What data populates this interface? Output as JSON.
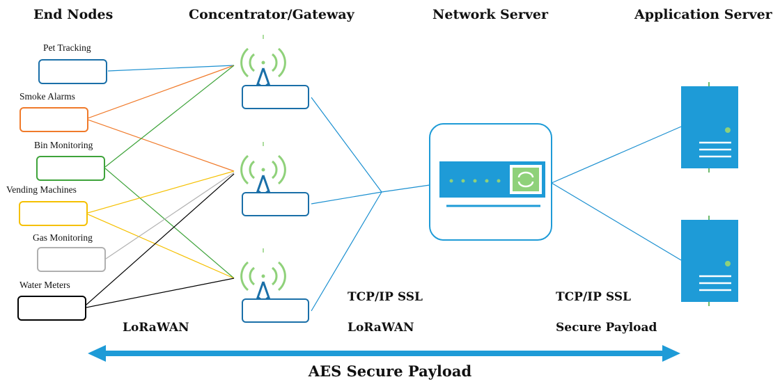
{
  "headers": {
    "end_nodes": "End Nodes",
    "gateway": "Concentrator/Gateway",
    "network_server": "Network Server",
    "application_server": "Application Server"
  },
  "end_nodes": [
    {
      "label": "Pet Tracking",
      "color": "#1a6fa8"
    },
    {
      "label": "Smoke Alarms",
      "color": "#f07a2a"
    },
    {
      "label": "Bin Monitoring",
      "color": "#3ea33a"
    },
    {
      "label": "Vending Machines",
      "color": "#f5c000"
    },
    {
      "label": "Gas Monitoring",
      "color": "#b0b0b0"
    },
    {
      "label": "Water Meters",
      "color": "#000000"
    }
  ],
  "protocols": {
    "lorawan_left": "LoRaWAN",
    "tcpip_mid": "TCP/IP SSL",
    "lorawan_mid": "LoRaWAN",
    "tcpip_right": "TCP/IP SSL",
    "secure_payload": "Secure Payload"
  },
  "footer": "AES Secure Payload",
  "colors": {
    "link_blue": "#1a8fd0",
    "server_blue": "#1e9bd7",
    "signal_green": "#8fd17a",
    "tower_blue": "#1a6fa8"
  }
}
